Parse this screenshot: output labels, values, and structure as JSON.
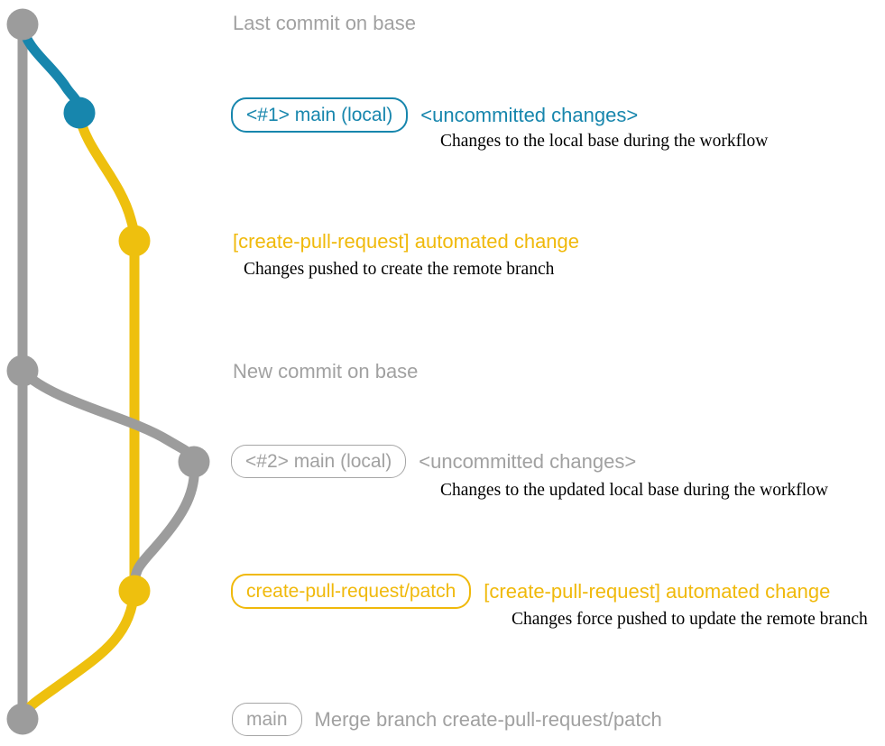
{
  "colors": {
    "base_gray": "#9c9c9c",
    "teal": "#1786ad",
    "yellow": "#eec00e",
    "gray_text": "#a1a1a1",
    "yellow_text": "#f0b90b",
    "caption_black": "#000000"
  },
  "texts": {
    "last_commit_on_base": "Last commit on base",
    "main_local_1": {
      "label": "<#1> main (local)",
      "status": "<uncommitted changes>",
      "caption": "Changes to the local base during the workflow"
    },
    "automated_change_1": {
      "title": "[create-pull-request] automated change",
      "caption": "Changes pushed to create the remote branch"
    },
    "new_commit_on_base": "New commit on base",
    "main_local_2": {
      "label": "<#2> main (local)",
      "status": "<uncommitted changes>",
      "caption": "Changes to the updated local base during the workflow"
    },
    "patch_branch": {
      "label": "create-pull-request/patch",
      "title": "[create-pull-request] automated change",
      "caption": "Changes force pushed to update the remote branch"
    },
    "merge": {
      "label": "main",
      "caption": "Merge branch create-pull-request/patch"
    }
  }
}
